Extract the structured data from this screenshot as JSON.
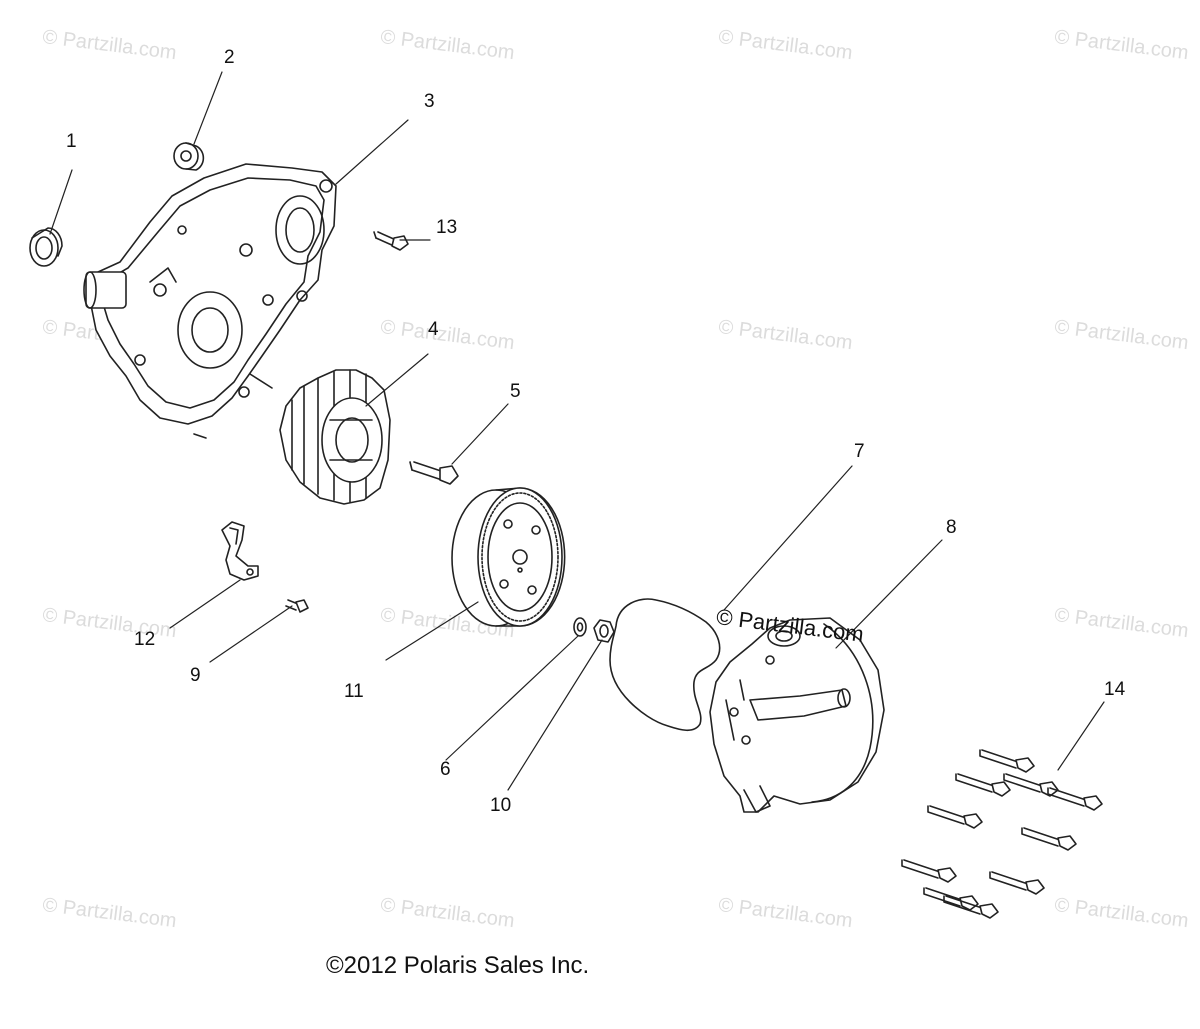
{
  "watermark": "© Partzilla.com",
  "center_watermark": "© Partzilla.com",
  "copyright": "©2012 Polaris Sales Inc.",
  "callouts": [
    "1",
    "2",
    "3",
    "4",
    "5",
    "6",
    "7",
    "8",
    "9",
    "10",
    "11",
    "12",
    "13",
    "14"
  ],
  "colors": {
    "line": "#222222",
    "watermark": "#dcdcdc"
  }
}
